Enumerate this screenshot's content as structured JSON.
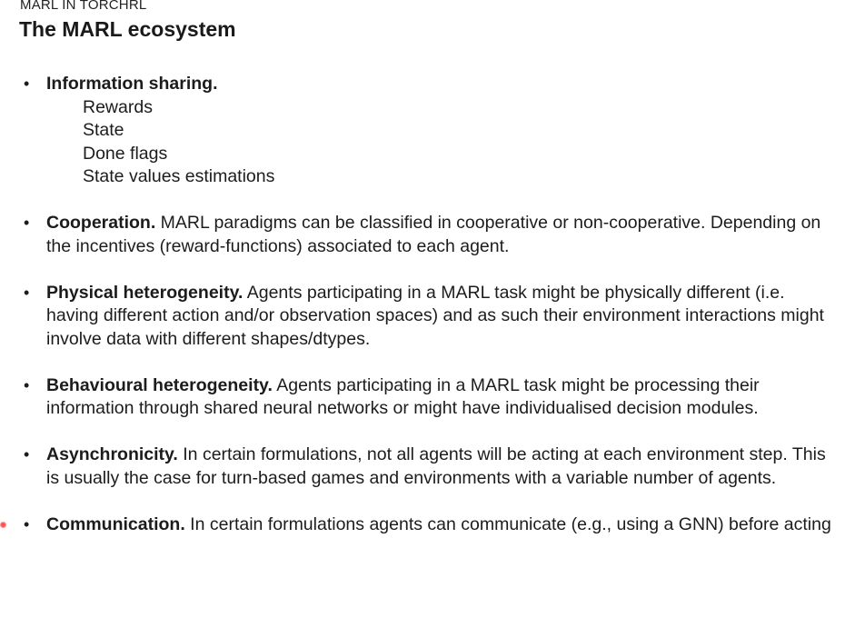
{
  "slide": {
    "kicker": "MARL IN TORCHRL",
    "title": "The MARL ecosystem"
  },
  "bullets": [
    {
      "term": "Information sharing.",
      "text": "",
      "subitems": [
        "Rewards",
        "State",
        "Done flags",
        "State values estimations"
      ]
    },
    {
      "term": "Cooperation.",
      "text": " MARL paradigms can be classified in cooperative or non-cooperative. Depending on the incentives (reward-functions) associated to each agent."
    },
    {
      "term": "Physical heterogeneity.",
      "text": " Agents participating in a MARL task might be physically different (i.e. having different action and/or observation spaces) and as such their environment interactions might involve data with different shapes/dtypes."
    },
    {
      "term": "Behavioural heterogeneity.",
      "text": " Agents participating in a MARL task might be processing their information through shared neural networks or might have individualised decision modules."
    },
    {
      "term": "Asynchronicity.",
      "text": " In certain formulations, not all agents will be acting at each environment step. This is usually the case for turn-based games and environments with a variable number of agents."
    },
    {
      "term": "Communication.",
      "text": " In certain formulations agents can communicate (e.g., using a GNN) before acting"
    }
  ],
  "bullet_glyph": "•"
}
